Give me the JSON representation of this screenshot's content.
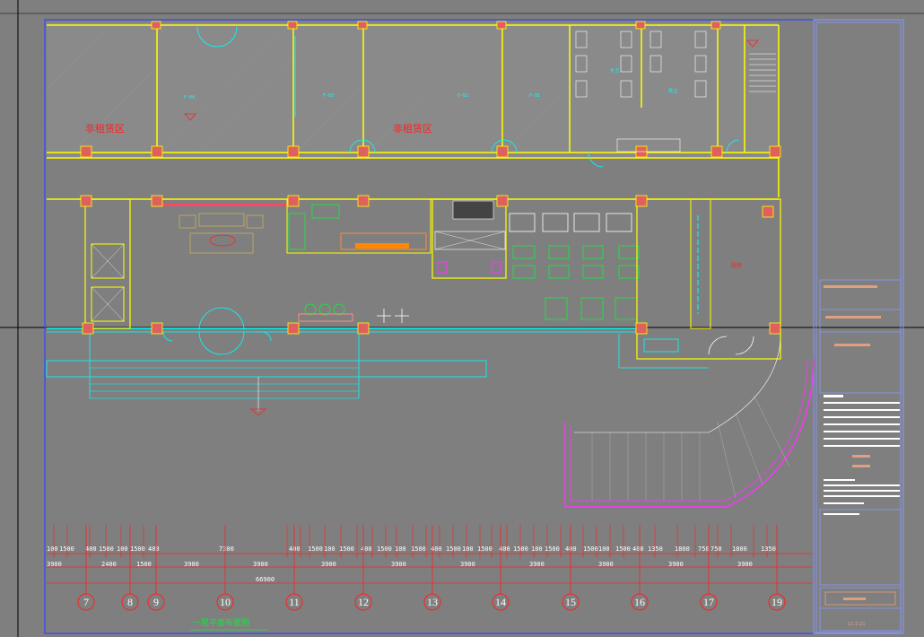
{
  "plan": {
    "zone_labels": [
      "非租赁区",
      "非租赁区"
    ],
    "right_room_label": "厨房",
    "overall_dimension": "66900",
    "title_green": "一层平面布置图",
    "title_block_id": "11-2-21"
  },
  "dims_top_row": [
    "100",
    "1500",
    "400",
    "1500",
    "100",
    "1500",
    "400",
    "7300",
    "400",
    "1500",
    "100",
    "1500",
    "400",
    "1500",
    "100",
    "1500",
    "400",
    "1500",
    "100",
    "1500",
    "400",
    "1500",
    "100",
    "1500",
    "400",
    "1500",
    "100",
    "1500",
    "400",
    "1350",
    "1800",
    "750",
    "750",
    "1800",
    "1350"
  ],
  "dims_bottom_row": [
    "3900",
    "2400",
    "1500",
    "3900",
    "3900",
    "3900",
    "3900",
    "3900",
    "3900",
    "3900",
    "3900",
    "3900"
  ],
  "axes": [
    "7",
    "8",
    "9",
    "10",
    "11",
    "12",
    "13",
    "14",
    "15",
    "16",
    "17",
    "19"
  ],
  "colors": {
    "background": "#7f7f7f",
    "wall_yellow": "#ffff00",
    "cyan": "#00ffff",
    "red": "#ff2020",
    "magenta": "#ff33ff",
    "frame_blue": "#3344ff",
    "green": "#22dd44"
  }
}
